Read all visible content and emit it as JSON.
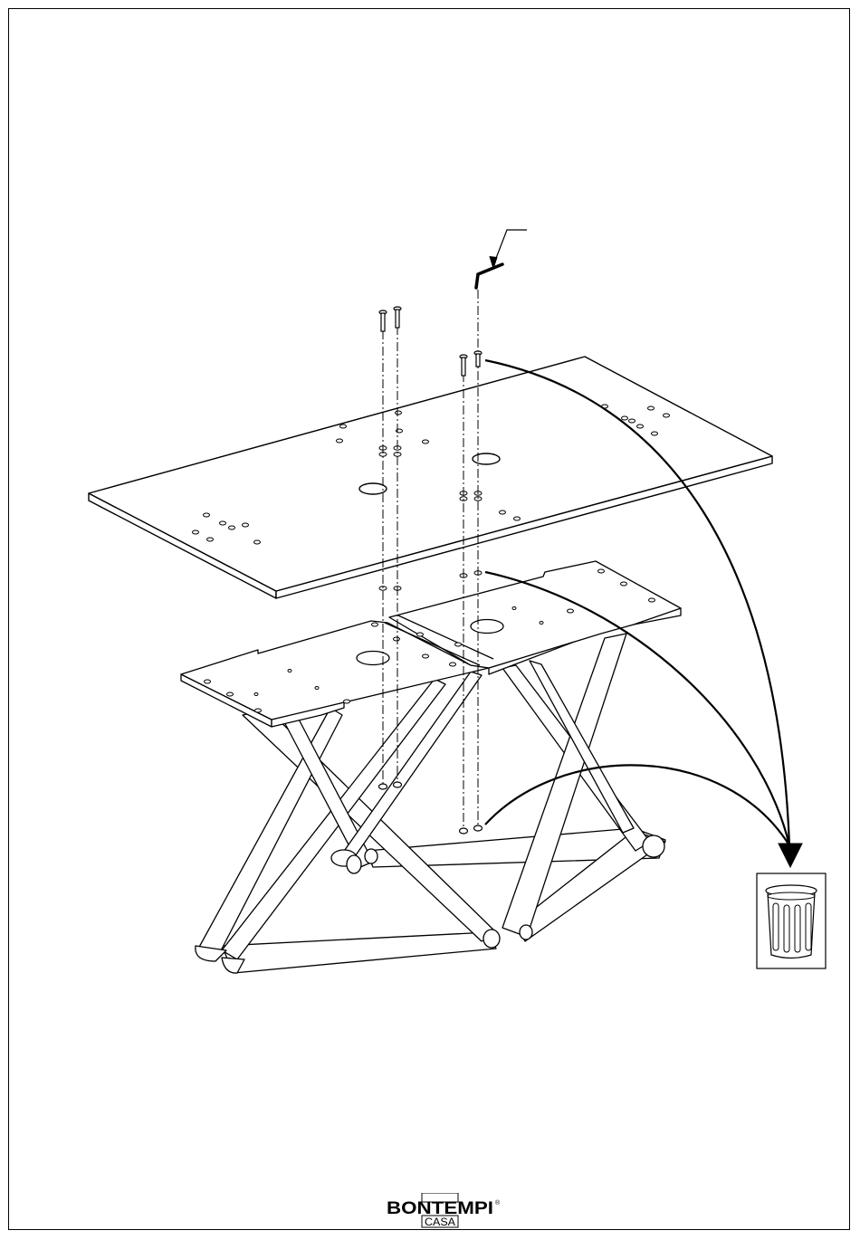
{
  "diagram": {
    "type": "exploded assembly instruction",
    "tool_icon": "allen-key-icon",
    "disposal_icon": "trash-bin-icon"
  },
  "brand": {
    "name": "BONTEMPI",
    "sub": "CASA",
    "registered_mark": "®"
  },
  "colors": {
    "line": "#000000",
    "background": "#ffffff"
  }
}
